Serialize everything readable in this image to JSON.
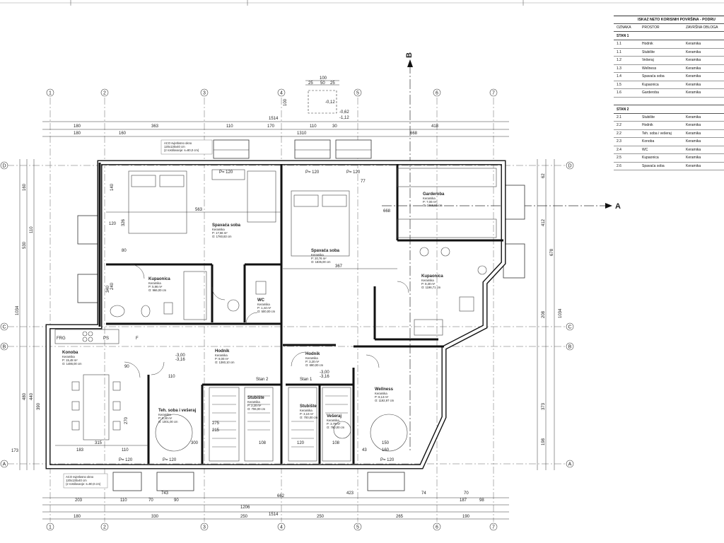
{
  "legend": {
    "title": "ISKAZ NETO KORISNIH POVRŠINA - PODRU",
    "headers": [
      "OZNAKA",
      "PROSTOR",
      "ZAVRŠNA OBLOGA"
    ],
    "groups": [
      {
        "name": "STAN 1",
        "rows": [
          [
            "1.1",
            "Hodnik",
            "Keramika"
          ],
          [
            "1.1",
            "Stubište",
            "Keramika"
          ],
          [
            "1.2",
            "Vešeraj",
            "Keramika"
          ],
          [
            "1.3",
            "Wellness",
            "Keramika"
          ],
          [
            "1.4",
            "Spavaća soba",
            "Keramika"
          ],
          [
            "1.5",
            "Kupaonica",
            "Keramika"
          ],
          [
            "1.6",
            "Garderoba",
            "Keramika"
          ]
        ]
      },
      {
        "name": "STAN 2",
        "rows": [
          [
            "2.1",
            "Stubište",
            "Keramika"
          ],
          [
            "2.2",
            "Hodnik",
            "Keramika"
          ],
          [
            "2.2",
            "Teh. soba i vešeraj",
            "Keramika"
          ],
          [
            "2.3",
            "Konoba",
            "Keramika"
          ],
          [
            "2.4",
            "WC",
            "Keramika"
          ],
          [
            "2.5",
            "Kupaonica",
            "Keramika"
          ],
          [
            "2.6",
            "Spavaća soba",
            "Keramika"
          ]
        ]
      }
    ]
  },
  "section_labels": {
    "a": "A",
    "b": "B"
  },
  "axes": {
    "columns": [
      "1",
      "2",
      "3",
      "4",
      "5",
      "6",
      "7"
    ],
    "rows": [
      "D",
      "C",
      "B",
      "A"
    ]
  },
  "rooms": {
    "spavaca_soba_2": {
      "name": "Spavaća soba",
      "finish": "Keramika",
      "p": "P: 17,66 m²",
      "o": "O: 1760,83 cm"
    },
    "spavaca_soba_1": {
      "name": "Spavaća soba",
      "finish": "Keramika",
      "p": "P: 20,76 m²",
      "o": "O: 1835,00 cm"
    },
    "garderoba": {
      "name": "Garderoba",
      "finish": "Keramika",
      "p": "P: 7,00 m²",
      "o": "O: 1068,81 cm"
    },
    "kupaonica_2": {
      "name": "Kupaonica",
      "finish": "Keramika",
      "p": "P: 5,96 m²",
      "o": "O: 966,00 cm"
    },
    "kupaonica_1": {
      "name": "Kupaonica",
      "finish": "Keramika",
      "p": "P: 8,30 m²",
      "o": "O: 1196,71 cm"
    },
    "wc": {
      "name": "WC",
      "finish": "Keramika",
      "p": "P: 1,44 m²",
      "o": "O: 500,00 cm"
    },
    "hodnik_2": {
      "name": "Hodnik",
      "finish": "Keramika",
      "p": "P: 8,00 m²",
      "o": "O: 1360,10 cm"
    },
    "hodnik_1": {
      "name": "Hodnik",
      "finish": "Keramika",
      "p": "P: 3,20 m²",
      "o": "O: 690,00 cm"
    },
    "konoba": {
      "name": "Konoba",
      "finish": "Keramika",
      "p": "P: 15,48 m²",
      "o": "O: 1486,00 cm"
    },
    "teh_soba": {
      "name": "Teh. soba i vešeraj",
      "finish": "Keramika",
      "p": "P: 5,40 m²",
      "o": "O: 1001,00 cm"
    },
    "stubiste_2": {
      "name": "Stubište",
      "finish": "Keramika",
      "p": "P: 2,20 m²",
      "o": "O: 706,00 cm"
    },
    "stubiste_1": {
      "name": "Stubište",
      "finish": "Keramika",
      "p": "P: 3,10 m²",
      "o": "O: 700,00 cm"
    },
    "veseraj": {
      "name": "Vešeraj",
      "finish": "Keramika",
      "p": "P: 3,79 m²",
      "o": "O: 780,00 cm"
    },
    "wellness": {
      "name": "Wellness",
      "finish": "Keramika",
      "p": "P: 8,13 m²",
      "o": "O: 1192,97 cm"
    }
  },
  "labels": {
    "stan_2": "Stan 2",
    "stan_1": "Stan 1",
    "aco_top_1": "ACO svjetlosno okno",
    "aco_top_2": "120x130x40 cm",
    "aco_top_3": "(2 rostilovanje: s=80,0 cm)",
    "aco_bottom_1": "ACO svjetlosno okno",
    "aco_bottom_2": "120x130x40 cm",
    "aco_bottom_3": "(2 rostilovanje: s=90,0 cm)",
    "level_2a": "-3,00",
    "level_2b": "-3,16",
    "level_1a": "-3,00",
    "level_1b": "-3,16",
    "pit_top": "-0,12",
    "pit_b": "-0,62",
    "pit_c": "-1,12",
    "stove": "PS",
    "fridge": "F",
    "frig": "FRG",
    "door_120_a": "P= 120",
    "door_120_b": "P= 120",
    "door_120_c": "P= 120",
    "door_120_d": "P= 120",
    "door_120_e": "P= 120",
    "door_120_f": "P= 120"
  },
  "dimensions": {
    "top_row1": [
      "180",
      "363",
      "110",
      "170",
      "110",
      "30",
      "418"
    ],
    "top_total": "1514",
    "top_row2": [
      "180",
      "160",
      "1310",
      "668"
    ],
    "bottom_row1": [
      "203",
      "110",
      "70",
      "90",
      "662",
      "423",
      "74",
      "70"
    ],
    "bottom_row2": [
      "743",
      "1206",
      "187",
      "98"
    ],
    "bottom_total": "1514",
    "bottom_row3": [
      "180",
      "330",
      "250",
      "250",
      "265",
      "190"
    ],
    "left_col": [
      "160",
      "530",
      "110",
      "1034",
      "480",
      "440",
      "390",
      "173"
    ],
    "right_col": [
      "62",
      "412",
      "678",
      "208",
      "1034",
      "373",
      "198"
    ],
    "pit": [
      "100",
      "25",
      "50",
      "25",
      "100"
    ],
    "inner": [
      "563",
      "367",
      "668",
      "120",
      "140",
      "326",
      "240",
      "340",
      "80",
      "90",
      "110",
      "77",
      "315",
      "183",
      "110",
      "300",
      "270",
      "275",
      "215",
      "108",
      "120",
      "108",
      "150",
      "160",
      "43"
    ]
  }
}
